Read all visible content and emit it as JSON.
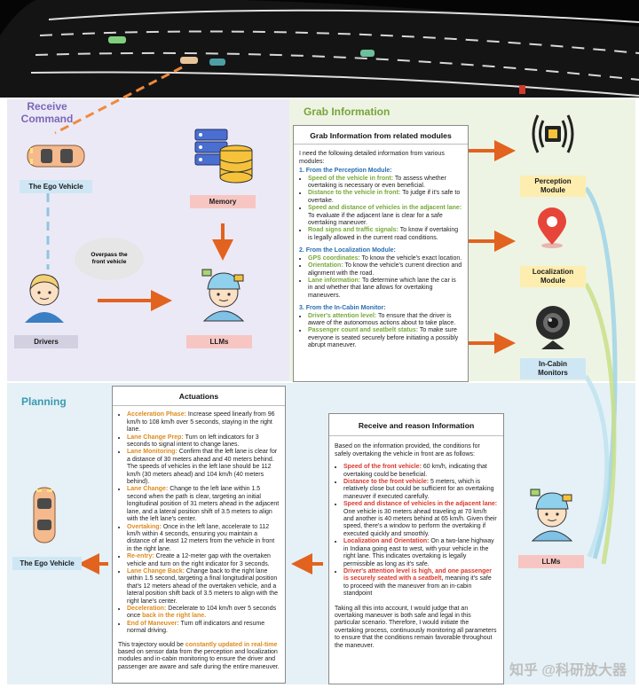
{
  "sections": {
    "receive_command": "Receive\nCommand",
    "grab_information": "Grab Information",
    "planning": "Planning"
  },
  "labels": {
    "ego_vehicle": "The Ego Vehicle",
    "memory": "Memory",
    "drivers": "Drivers",
    "llms": "LLMs",
    "perception_module": "Perception\nModule",
    "localization_module": "Localization\nModule",
    "incabin_monitors": "In-Cabin\nMonitors",
    "llms_planning": "LLMs",
    "ego_vehicle_planning": "The Ego Vehicle"
  },
  "bubble": "Overpass the\nfront vehicle",
  "grab_box": {
    "title": "Grab Information from related modules",
    "intro": "I need the following detailed information from various modules:",
    "groups": [
      {
        "heading": "1. From the Perception Module:",
        "items": [
          {
            "key": "Speed of the vehicle in front:",
            "text": " To assess whether overtaking is necessary or even beneficial."
          },
          {
            "key": "Distance to the vehicle in front:",
            "text": " To judge if it's safe to overtake."
          },
          {
            "key": "Speed and distance of vehicles in the adjacent lane:",
            "text": " To evaluate if the adjacent lane is clear for a safe overtaking maneuver."
          },
          {
            "key": "Road signs and traffic signals:",
            "text": " To know if overtaking is legally allowed in the current road conditions."
          }
        ]
      },
      {
        "heading": "2. From the Localization Module:",
        "items": [
          {
            "key": "GPS coordinates:",
            "text": " To know the vehicle's exact location."
          },
          {
            "key": "Orientation:",
            "text": " To know the vehicle's current direction and alignment with the road."
          },
          {
            "key": "Lane information:",
            "text": " To determine which lane the car is in and whether that lane allows for overtaking maneuvers."
          }
        ]
      },
      {
        "heading": "3. From the In-Cabin Monitor:",
        "items": [
          {
            "key": "Driver's attention level:",
            "text": " To ensure that the driver is aware of the autonomous actions about to take place."
          },
          {
            "key": "Passenger count and seatbelt status:",
            "text": " To make sure everyone is seated securely before initiating a possibly abrupt maneuver."
          }
        ]
      }
    ]
  },
  "reason_box": {
    "title": "Receive and reason Information",
    "intro": "Based on the information provided, the conditions for safely overtaking the vehicle in front are as follows:",
    "items": [
      {
        "key": "Speed of the front vehicle:",
        "text": " 60 km/h, indicating that overtaking could be beneficial."
      },
      {
        "key": "Distance to the front vehicle:",
        "text": " 5 meters, which is relatively close but could be sufficient for an overtaking maneuver if executed carefully."
      },
      {
        "key": "Speed and distance of vehicles in the adjacent lane:",
        "text": " One vehicle is 30 meters ahead traveling at 70 km/h and another is 40 meters behind at 65 km/h. Given their speed, there's a window to perform the overtaking if executed quickly and smoothly."
      },
      {
        "key": "Localization and Orientation:",
        "text": " On a two-lane highway in Indiana going east to west, with your vehicle in the right lane. This indicates overtaking is legally permissible as long as it's safe."
      },
      {
        "key": "Driver's attention level is high, and one passenger is securely seated with a seatbelt,",
        "text": " meaning it's safe to proceed with the maneuver from an in-cabin standpoint"
      }
    ],
    "outro": "Taking all this into account, I would judge that an overtaking maneuver is both safe and legal in this particular scenario. Therefore, I would initiate the overtaking process, continuously monitoring all parameters to ensure that the conditions remain favorable throughout the maneuver."
  },
  "actuations_box": {
    "title": "Actuations",
    "items": [
      {
        "key": "Acceleration Phase:",
        "text": " Increase speed linearly from 96 km/h to 108 km/h over 5 seconds, staying in the right lane."
      },
      {
        "key": "Lane Change Prep:",
        "text": " Turn on left indicators for 3 seconds to signal intent to change lanes."
      },
      {
        "key": "Lane Monitoring:",
        "text": " Confirm that the left lane is clear for a distance of 30 meters ahead and 40 meters behind. The speeds of vehicles in the left lane should be 112 km/h (30 meters ahead) and 104 km/h (40 meters behind)."
      },
      {
        "key": "Lane Change:",
        "text": " Change to the left lane within 1.5 second when the path is clear, targeting an initial longitudinal position of 31 meters ahead in the adjacent lane, and a lateral position shift of 3.5 meters to align with the left lane's center."
      },
      {
        "key": "Overtaking:",
        "text": " Once in the left lane, accelerate to 112 km/h within 4 seconds, ensuring you maintain a distance of at least 12 meters from the vehicle in front in the right lane."
      },
      {
        "key": "Re-entry:",
        "text": " Create a 12-meter gap with the overtaken vehicle and turn on the right indicator for 3 seconds."
      },
      {
        "key": "Lane Change Back:",
        "text": " Change back to the right lane within 1.5 second, targeting a final longitudinal position that's 12 meters ahead of the overtaken vehicle, and a lateral position shift back of 3.5 meters to align with the right lane's center."
      },
      {
        "key": "Deceleration:",
        "text": " Decelerate to 104 km/h over 5 seconds once ",
        "tail": "back in the right lane."
      },
      {
        "key": "End of Maneuver:",
        "text": " Turn off indicators and resume normal driving."
      }
    ],
    "outro_pre": "This trajectory would be ",
    "outro_key": "constantly updated in real-time",
    "outro_post": " based on sensor data from the perception and localization modules and in-cabin monitoring to ensure the driver and passenger are aware and safe during the entire maneuver."
  },
  "watermark": "知乎 @科研放大器",
  "icons": [
    "ego-car-icon",
    "server-database-icon",
    "driver-avatar-icon",
    "robot-llm-icon",
    "sensor-chip-icon",
    "location-pin-icon",
    "webcam-icon"
  ]
}
